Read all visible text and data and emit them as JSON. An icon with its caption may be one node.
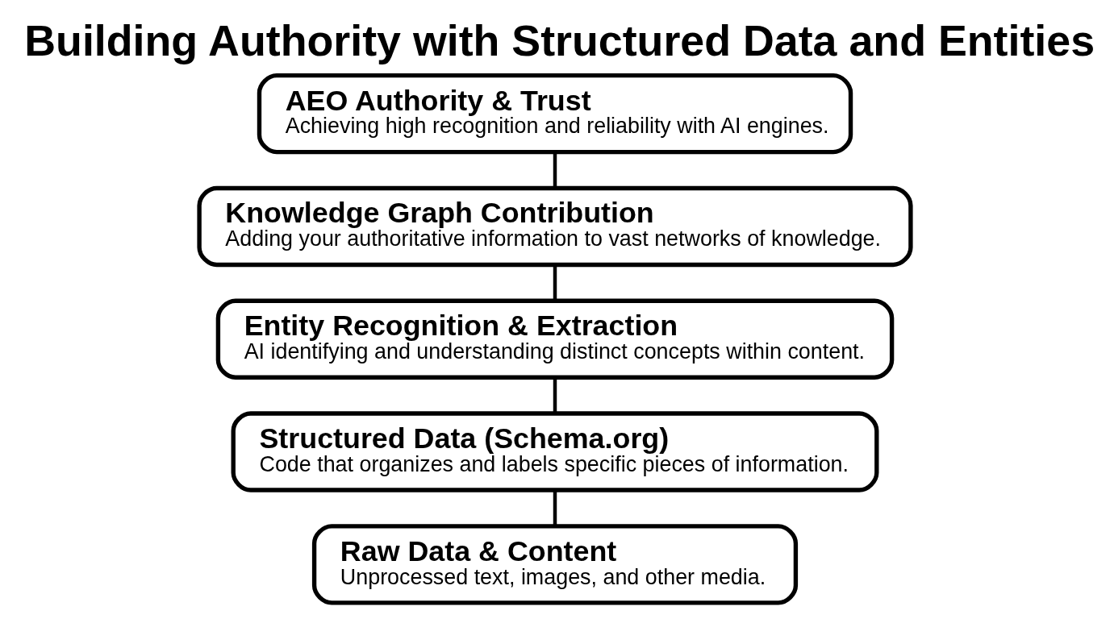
{
  "diagram": {
    "title": "Building Authority with Structured Data and Entities",
    "nodes": [
      {
        "text": [
          "AEO Authority & Trust",
          "Achieving high recognition and reliability with AI engines."
        ]
      },
      {
        "text": [
          "Knowledge Graph Contribution",
          "Adding your authoritative information to vast networks of knowledge."
        ]
      },
      {
        "text": [
          "Entity Recognition & Extraction",
          "AI identifying and understanding distinct concepts within content."
        ]
      },
      {
        "text": [
          "Structured Data (Schema.org)",
          "Code that organizes and labels specific pieces of information."
        ]
      },
      {
        "text": [
          "Raw Data & Content",
          "Unprocessed text, images, and other media."
        ]
      }
    ],
    "edges": [
      {
        "from": 0,
        "to": 1,
        "arrow": "none"
      },
      {
        "from": 1,
        "to": 2,
        "arrow": "none"
      },
      {
        "from": 2,
        "to": 3,
        "arrow": "none"
      },
      {
        "from": 3,
        "to": 4,
        "arrow": "none"
      }
    ]
  }
}
